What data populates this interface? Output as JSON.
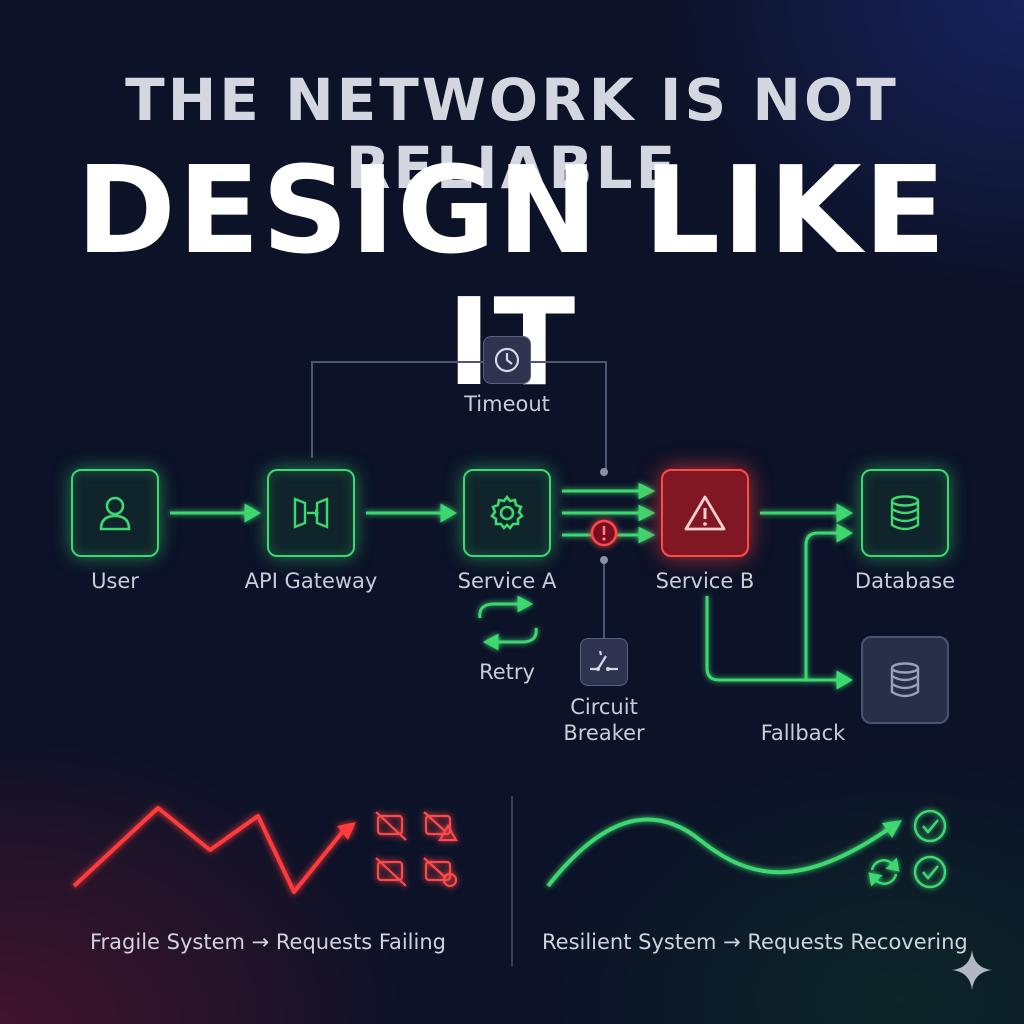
{
  "headline": {
    "line1": "THE NETWORK IS NOT RELIABLE",
    "line2": "DESIGN LIKE IT"
  },
  "flow": {
    "nodes": [
      {
        "id": "user",
        "label": "User",
        "icon": "user-icon",
        "status": "ok"
      },
      {
        "id": "api",
        "label": "API Gateway",
        "icon": "gateway-icon",
        "status": "ok"
      },
      {
        "id": "svc_a",
        "label": "Service A",
        "icon": "gear-icon",
        "status": "ok"
      },
      {
        "id": "svc_b",
        "label": "Service B",
        "icon": "warning-icon",
        "status": "failing"
      },
      {
        "id": "db",
        "label": "Database",
        "icon": "database-icon",
        "status": "ok"
      },
      {
        "id": "fallback_db",
        "icon": "database-icon",
        "status": "standby"
      }
    ],
    "patterns": {
      "timeout": {
        "label": "Timeout",
        "icon": "clock-icon"
      },
      "retry": {
        "label": "Retry",
        "icon": "retry-icon"
      },
      "circuit_breaker": {
        "label_line1": "Circuit",
        "label_line2": "Breaker",
        "icon": "switch-icon"
      },
      "fallback": {
        "label": "Fallback"
      }
    }
  },
  "bottom": {
    "fragile": {
      "caption": "Fragile System → Requests Failing",
      "color": "#ff4040",
      "icons": [
        "failed-request-icon",
        "failed-request-warning-icon",
        "failed-request-icon",
        "failed-request-alert-icon"
      ]
    },
    "resilient": {
      "caption": "Resilient System → Requests Recovering",
      "color": "#3cd870",
      "icons": [
        "check-circle-icon",
        "refresh-icon",
        "check-circle-icon"
      ]
    }
  },
  "colors": {
    "ok": "#3cd870",
    "error": "#ff4a4a",
    "line": "#5a6080",
    "text": "#c9cdd8"
  }
}
